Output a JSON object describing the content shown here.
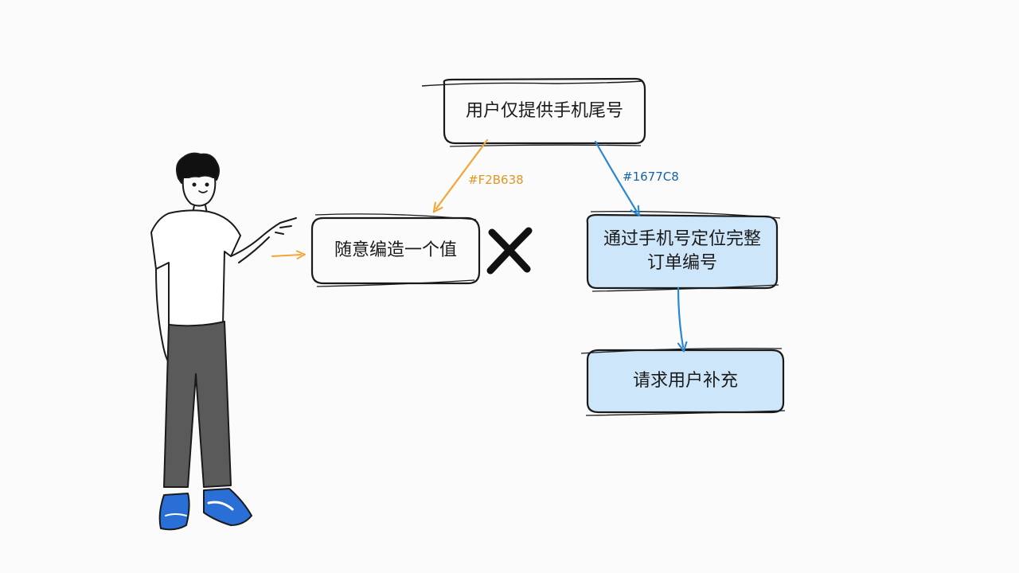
{
  "nodes": {
    "top": "用户仅提供手机尾号",
    "wrong": "随意编造一个值",
    "locate": "通过手机号定位完整\n订单编号",
    "request": "请求用户补充"
  },
  "edges": {
    "wrong_label": "#F2B638",
    "right_label": "#1677C8"
  },
  "colors": {
    "wrong_path": "#f2a633",
    "right_path": "#1677C8",
    "box_fill_blue": "#cde6fa",
    "ink": "#1a1a1a",
    "shoes": "#2a6fd6",
    "pants": "#5a5a5a"
  },
  "icons": {
    "reject": "x-mark-icon",
    "person": "person-pointing-illustration"
  }
}
